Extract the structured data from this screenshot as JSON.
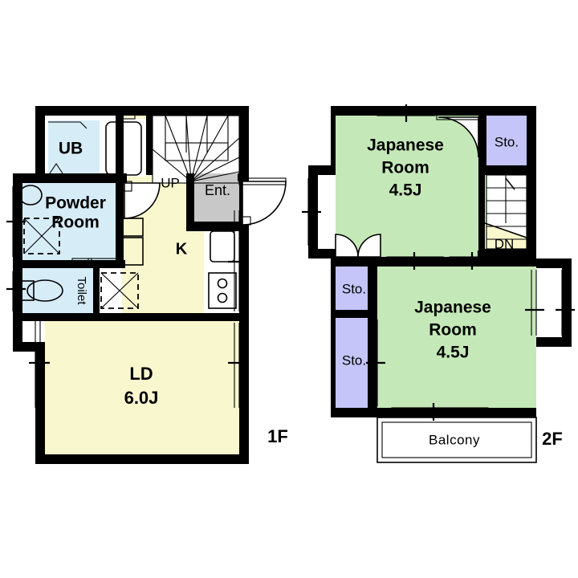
{
  "document": {
    "type": "real-estate-floor-plan",
    "floors": [
      "1F",
      "2F"
    ]
  },
  "palette": {
    "wall": "#000000",
    "living_fill": "#f8f7ce",
    "tatami_fill": "#c5e8b8",
    "storage_fill": "#c5c5fa",
    "wet_area_fill": "#d6ecf7",
    "entrance_fill": "#c8c8c8",
    "background": "#ffffff"
  },
  "floor1": {
    "floor_label": "1F",
    "rooms": [
      {
        "key": "ub",
        "label": "UB",
        "fill": "#d6ecf7"
      },
      {
        "key": "powder",
        "label_line1": "Powder",
        "label_line2": "Room",
        "fill": "#d6ecf7"
      },
      {
        "key": "toilet",
        "label": "Toilet",
        "fill": "#d6ecf7"
      },
      {
        "key": "kitchen",
        "label": "K",
        "fill": "#f8f7ce"
      },
      {
        "key": "stairs",
        "label": "UP",
        "fill": "#f8f7ce"
      },
      {
        "key": "entrance",
        "label": "Ent.",
        "fill": "#c8c8c8"
      },
      {
        "key": "ld",
        "label_line1": "LD",
        "label_line2": "6.0J",
        "fill": "#f8f7ce"
      }
    ]
  },
  "floor2": {
    "floor_label": "2F",
    "rooms": [
      {
        "key": "japanese_room_north",
        "label_line1": "Japanese",
        "label_line2": "Room",
        "label_line3": "4.5J",
        "fill": "#c5e8b8"
      },
      {
        "key": "japanese_room_south",
        "label_line1": "Japanese",
        "label_line2": "Room",
        "label_line3": "4.5J",
        "fill": "#c5e8b8"
      },
      {
        "key": "sto_northeast",
        "label": "Sto.",
        "fill": "#c5c5fa"
      },
      {
        "key": "sto_west_upper",
        "label": "Sto.",
        "fill": "#c5c5fa"
      },
      {
        "key": "sto_west_lower",
        "label": "Sto.",
        "fill": "#c5c5fa"
      },
      {
        "key": "stairs_down",
        "label": "DN",
        "fill": "#f8f7ce"
      },
      {
        "key": "balcony",
        "label": "Balcony",
        "fill": "#ffffff"
      }
    ]
  },
  "fixtures": [
    {
      "name": "bathtub-icon"
    },
    {
      "name": "washbasin-icon"
    },
    {
      "name": "toilet-bowl-icon"
    },
    {
      "name": "kitchen-sink-icon"
    },
    {
      "name": "stove-burners-icon"
    },
    {
      "name": "washing-machine-space-icon"
    },
    {
      "name": "staircase-icon"
    },
    {
      "name": "door-swing-icon"
    },
    {
      "name": "window-icon"
    }
  ]
}
